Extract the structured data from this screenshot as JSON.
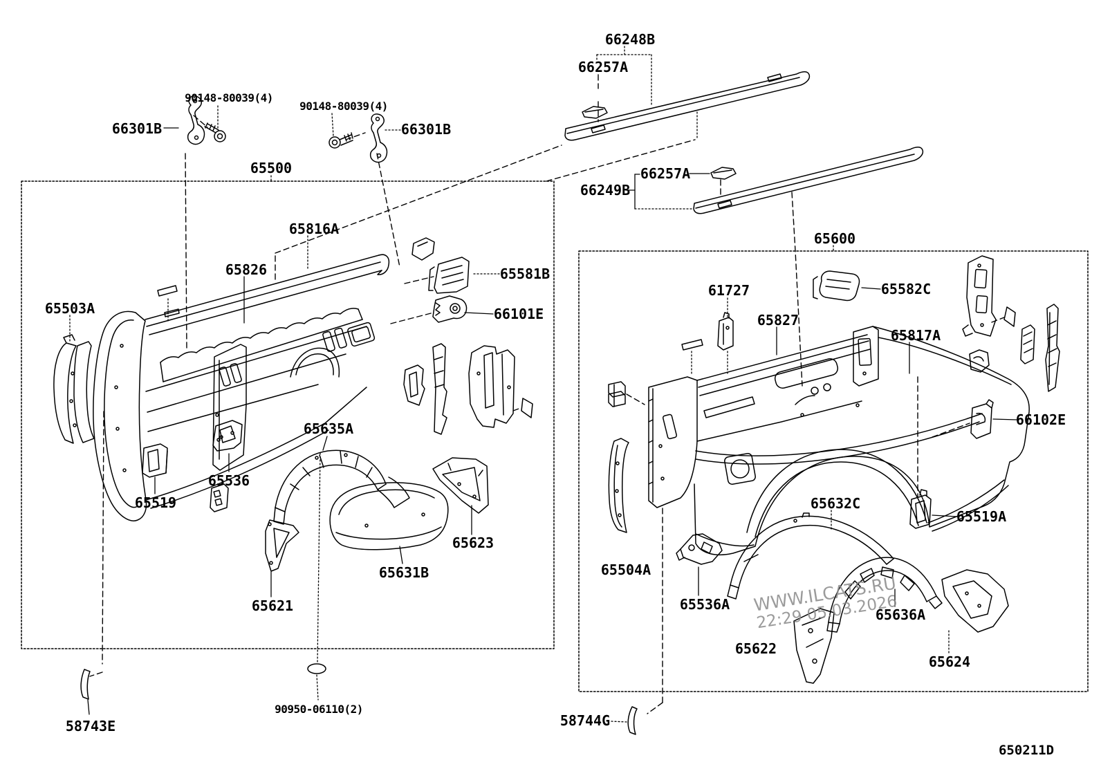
{
  "diagram": {
    "type": "automotive-parts-exploded-diagram",
    "drawing_code": "650211D",
    "watermark": {
      "site": "WWW.ILCATS.RU",
      "timestamp": "22:29 05.03.2026"
    },
    "colors": {
      "line": "#000000",
      "background": "#ffffff",
      "watermark": "#8a8a8a"
    },
    "labels": {
      "rail_upper": "66248B",
      "clip_upper": "66257A",
      "bolt_left": "90148-80039(4)",
      "bolt_right": "90148-80039(4)",
      "hook_left": "66301B",
      "hook_right": "66301B",
      "assy_left": "65500",
      "rail_lower": "66249B",
      "clip_lower": "66257A",
      "assy_right": "65600",
      "l65816A": "65816A",
      "l65826": "65826",
      "l65581B": "65581B",
      "l66101E": "66101E",
      "l65503A": "65503A",
      "l61727": "61727",
      "l65582C": "65582C",
      "l65827": "65827",
      "l65817A": "65817A",
      "l66102E": "66102E",
      "l65519": "65519",
      "l65536": "65536",
      "l65635A": "65635A",
      "l65623": "65623",
      "l65631B": "65631B",
      "l65621": "65621",
      "l65504A": "65504A",
      "l65536A": "65536A",
      "l65632C": "65632C",
      "l65519A": "65519A",
      "l65636A": "65636A",
      "l65622": "65622",
      "l65624": "65624",
      "l58743E": "58743E",
      "l90950": "90950-06110(2)",
      "l58744G": "58744G"
    }
  }
}
